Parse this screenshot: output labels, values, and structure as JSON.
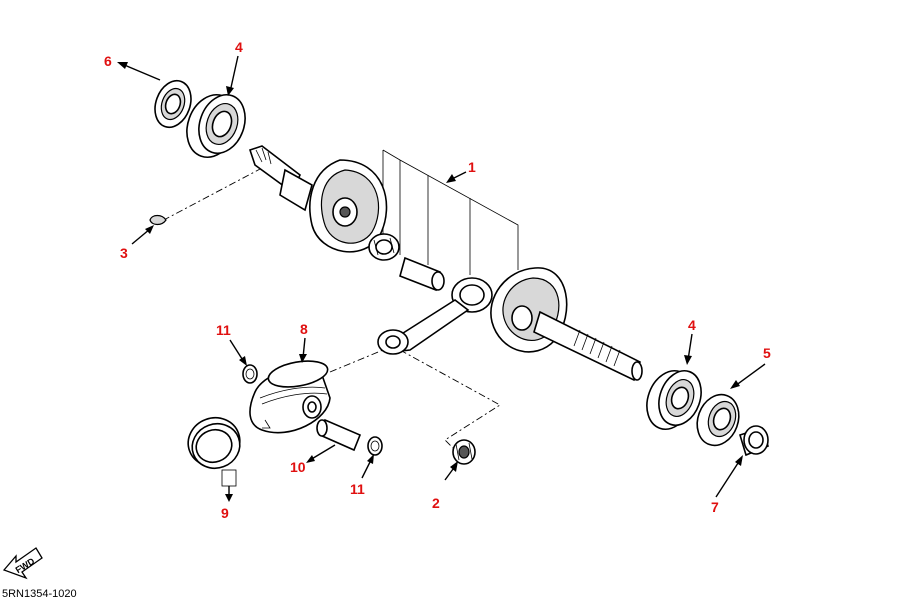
{
  "drawing_code": "5RN1354-1020",
  "fwd_label": "FWD",
  "callouts": [
    {
      "id": "c1",
      "label": "1"
    },
    {
      "id": "c2",
      "label": "2"
    },
    {
      "id": "c3",
      "label": "3"
    },
    {
      "id": "c4a",
      "label": "4"
    },
    {
      "id": "c4b",
      "label": "4"
    },
    {
      "id": "c5",
      "label": "5"
    },
    {
      "id": "c6",
      "label": "6"
    },
    {
      "id": "c7",
      "label": "7"
    },
    {
      "id": "c8",
      "label": "8"
    },
    {
      "id": "c9",
      "label": "9"
    },
    {
      "id": "c10",
      "label": "10"
    },
    {
      "id": "c11a",
      "label": "11"
    },
    {
      "id": "c11b",
      "label": "11"
    }
  ],
  "colors": {
    "callout": "#e01010",
    "line": "#000000"
  }
}
